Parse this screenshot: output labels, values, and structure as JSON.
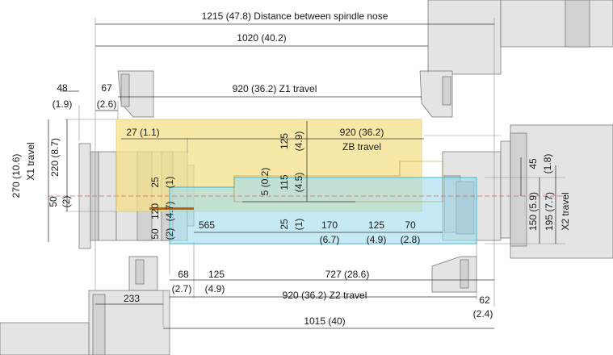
{
  "colors": {
    "z1_zone": "#f5e08a",
    "z2_zone": "#9fdcef",
    "z2_outline": "#3cb7d6",
    "center_line": "#e06060",
    "bar": "#c06010"
  },
  "labels": {
    "spindle_distance": "1215 (47.8) Distance between spindle nose",
    "d1020": "1020 (40.2)",
    "d48": "48",
    "d48_in": "(1.9)",
    "d67": "67",
    "d67_in": "(2.6)",
    "z1_travel": "920 (36.2) Z1 travel",
    "x1_travel_a": "270 (10.6)",
    "x1_travel_b": "X1 travel",
    "d220": "220 (8.7)",
    "d50_left": "50",
    "d50_left_in": "(2)",
    "d27": "27 (1.1)",
    "d125_top": "125",
    "d125_top_in": "(4.9)",
    "zb_travel_a": "920 (36.2)",
    "zb_travel_b": "ZB travel",
    "d25_left": "25",
    "d25_left_in": "(1)",
    "d120": "120",
    "d120_in": "(4.7)",
    "d5": "5 (0.2)",
    "d115": "115",
    "d115_in": "(4.5)",
    "d50_low": "50",
    "d50_low_in": "(2)",
    "d565": "565",
    "d25_mid": "25",
    "d25_mid_in": "(1)",
    "d170": "170",
    "d170_in": "(6.7)",
    "d125_mid": "125",
    "d125_mid_in": "(4.9)",
    "d70": "70",
    "d70_in": "(2.8)",
    "d45": "45",
    "d45_in": "(1.8)",
    "d150": "150 (5.9)",
    "d195": "195 (7.7)",
    "x2_travel": "X2 travel",
    "d68": "68",
    "d68_in": "(2.7)",
    "d125_low": "125",
    "d125_low_in": "(4.9)",
    "d727": "727 (28.6)",
    "z2_travel": "920 (36.2) Z2 travel",
    "d62": "62",
    "d62_in": "(2.4)",
    "d233": "233",
    "d1015": "1015 (40)"
  }
}
